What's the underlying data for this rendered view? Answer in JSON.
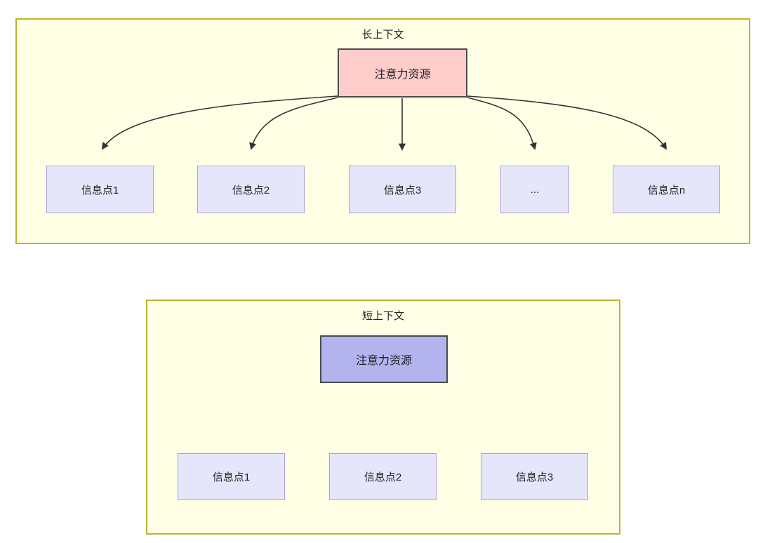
{
  "diagram": {
    "type": "node-link-diagram",
    "background": "#ffffff",
    "palette": {
      "group_fill": "#FFFFE6",
      "group_stroke": "#BDB330",
      "root_long_fill": "#FFCCCC",
      "root_short_fill": "#B3B3F0",
      "root_stroke": "#4C4C4C",
      "leaf_fill": "#E6E6FA",
      "leaf_stroke": "#B39DDB",
      "edge_stroke": "#333333",
      "text": "#222222"
    },
    "groups": [
      {
        "id": "long-context",
        "title": "长上下文",
        "root": {
          "id": "root-long",
          "label": "注意力资源"
        },
        "leaves": [
          {
            "id": "leaf-long-1",
            "label": "信息点1"
          },
          {
            "id": "leaf-long-2",
            "label": "信息点2"
          },
          {
            "id": "leaf-long-3",
            "label": "信息点3"
          },
          {
            "id": "leaf-long-ellipsis",
            "label": "..."
          },
          {
            "id": "leaf-long-n",
            "label": "信息点n"
          }
        ]
      },
      {
        "id": "short-context",
        "title": "短上下文",
        "root": {
          "id": "root-short",
          "label": "注意力资源"
        },
        "leaves": [
          {
            "id": "leaf-short-1",
            "label": "信息点1"
          },
          {
            "id": "leaf-short-2",
            "label": "信息点2"
          },
          {
            "id": "leaf-short-3",
            "label": "信息点3"
          }
        ]
      }
    ]
  }
}
